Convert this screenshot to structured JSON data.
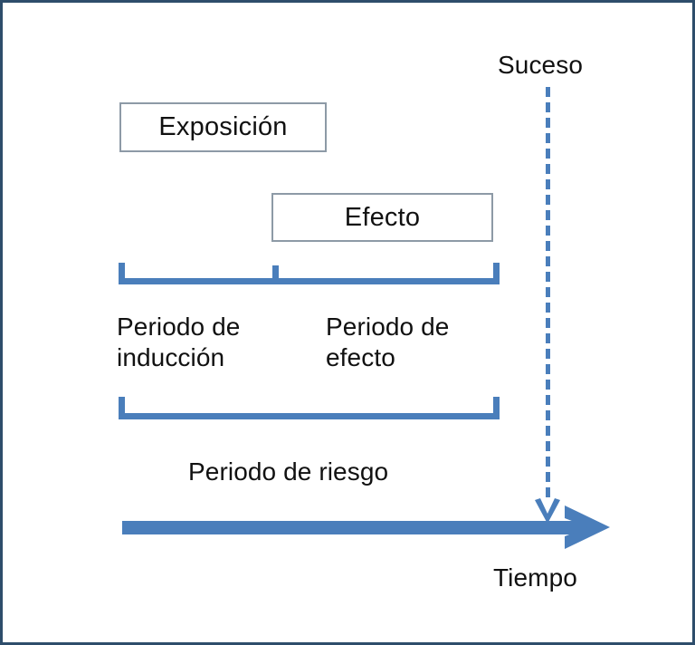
{
  "diagram": {
    "title_hidden": "",
    "colors": {
      "accent_blue": "#4a7ebb",
      "box_border": "#8d9aa6",
      "frame_navy": "#2e4d6b",
      "text": "#111111",
      "background": "#ffffff"
    },
    "boxes": [
      {
        "id": "exposicion",
        "label": "Exposición"
      },
      {
        "id": "efecto",
        "label": "Efecto"
      }
    ],
    "brackets": [
      {
        "id": "upper-bracket",
        "name": "induction-and-effect-bracket",
        "segments": [
          "Periodo de inducción",
          "Periodo de efecto"
        ]
      },
      {
        "id": "lower-bracket",
        "name": "risk-period-bracket",
        "segments": [
          "Periodo de riesgo"
        ]
      }
    ],
    "captions": {
      "induccion": "Periodo de\ninducción",
      "efecto": "Periodo de\nefecto",
      "riesgo": "Periodo de riesgo",
      "suceso": "Suceso",
      "tiempo": "Tiempo"
    },
    "axis": {
      "name": "time-axis",
      "label": "Tiempo",
      "direction": "left-to-right"
    },
    "event_marker": {
      "name": "event-dashed-line",
      "label": "Suceso",
      "style": "dashed",
      "arrow": "down"
    }
  }
}
